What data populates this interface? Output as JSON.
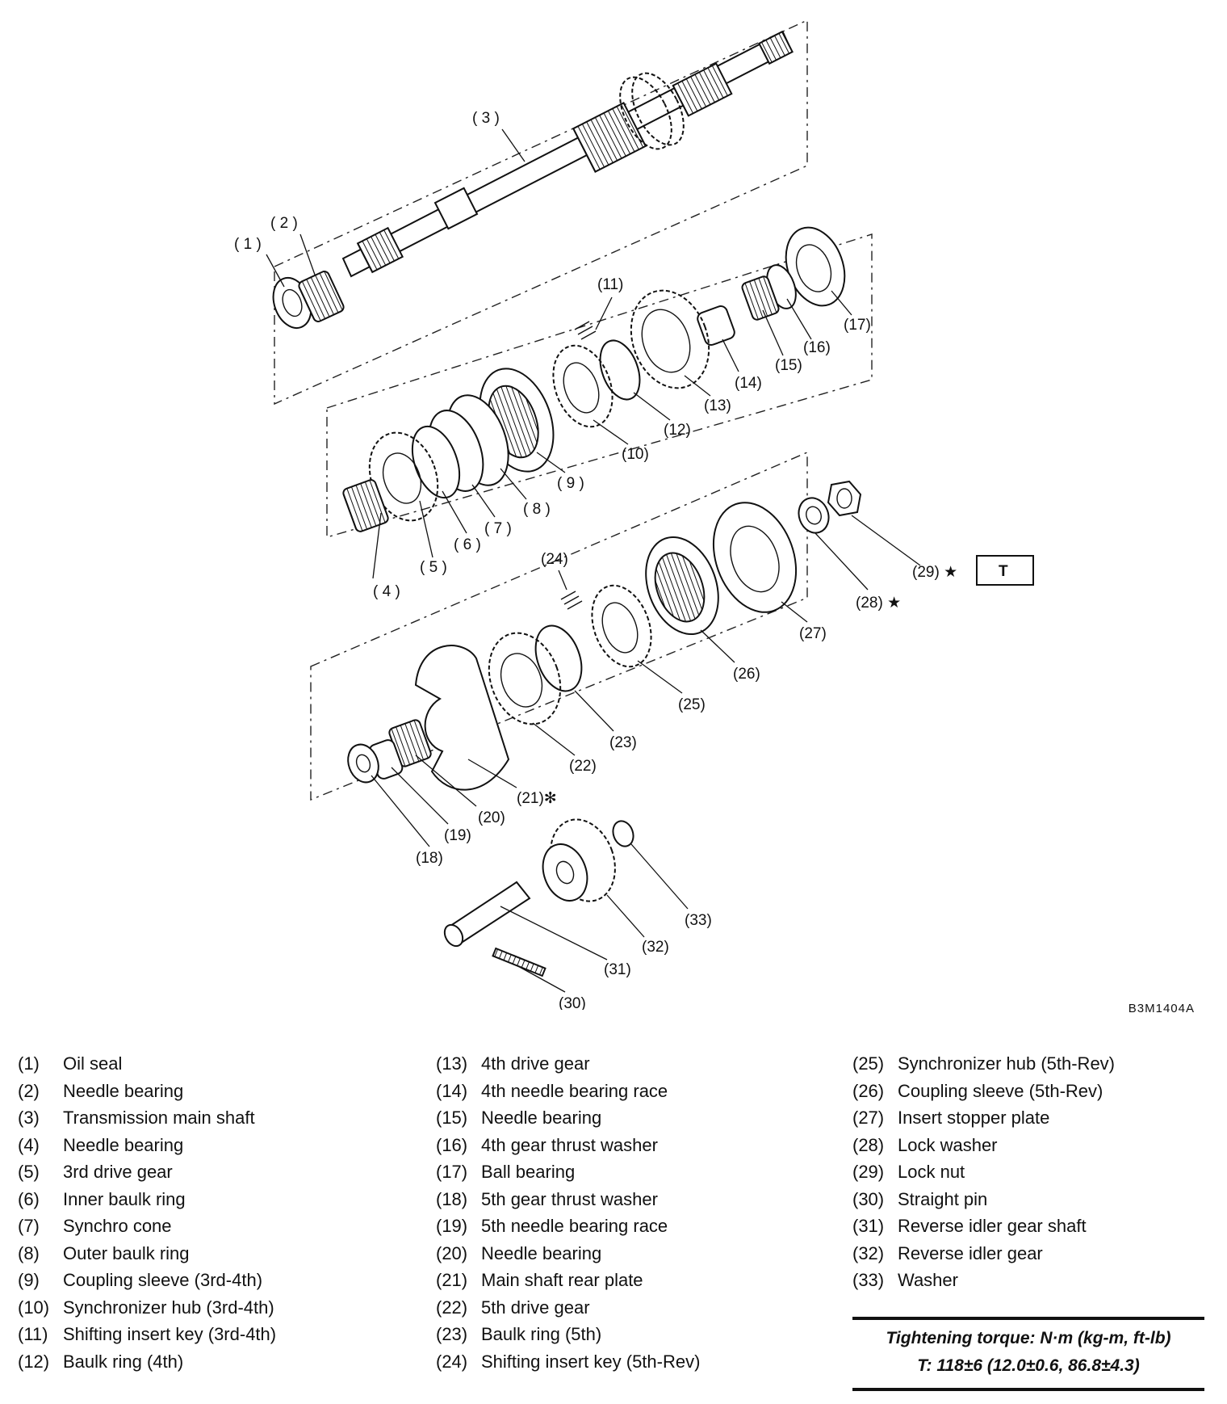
{
  "diagram": {
    "image_code": "B3M1404A",
    "torque_box_label": "T",
    "callouts": [
      {
        "id": "1",
        "label": "( 1 )"
      },
      {
        "id": "2",
        "label": "( 2 )"
      },
      {
        "id": "3",
        "label": "( 3 )"
      },
      {
        "id": "4",
        "label": "( 4 )"
      },
      {
        "id": "5",
        "label": "( 5 )"
      },
      {
        "id": "6",
        "label": "( 6 )"
      },
      {
        "id": "7",
        "label": "( 7 )"
      },
      {
        "id": "8",
        "label": "( 8 )"
      },
      {
        "id": "9",
        "label": "( 9 )"
      },
      {
        "id": "10",
        "label": "(10)"
      },
      {
        "id": "11",
        "label": "(11)"
      },
      {
        "id": "12",
        "label": "(12)"
      },
      {
        "id": "13",
        "label": "(13)"
      },
      {
        "id": "14",
        "label": "(14)"
      },
      {
        "id": "15",
        "label": "(15)"
      },
      {
        "id": "16",
        "label": "(16)"
      },
      {
        "id": "17",
        "label": "(17)"
      },
      {
        "id": "18",
        "label": "(18)"
      },
      {
        "id": "19",
        "label": "(19)"
      },
      {
        "id": "20",
        "label": "(20)"
      },
      {
        "id": "21",
        "label": "(21)✻"
      },
      {
        "id": "22",
        "label": "(22)"
      },
      {
        "id": "23",
        "label": "(23)"
      },
      {
        "id": "24",
        "label": "(24)"
      },
      {
        "id": "25",
        "label": "(25)"
      },
      {
        "id": "26",
        "label": "(26)"
      },
      {
        "id": "27",
        "label": "(27)"
      },
      {
        "id": "28",
        "label": "(28) ★"
      },
      {
        "id": "29",
        "label": "(29) ★"
      },
      {
        "id": "30",
        "label": "(30)"
      },
      {
        "id": "31",
        "label": "(31)"
      },
      {
        "id": "32",
        "label": "(32)"
      },
      {
        "id": "33",
        "label": "(33)"
      }
    ]
  },
  "legend": {
    "columns": [
      [
        {
          "num": "(1)",
          "name": "Oil seal"
        },
        {
          "num": "(2)",
          "name": "Needle bearing"
        },
        {
          "num": "(3)",
          "name": "Transmission main shaft"
        },
        {
          "num": "(4)",
          "name": "Needle bearing"
        },
        {
          "num": "(5)",
          "name": "3rd drive gear"
        },
        {
          "num": "(6)",
          "name": "Inner baulk ring"
        },
        {
          "num": "(7)",
          "name": "Synchro cone"
        },
        {
          "num": "(8)",
          "name": "Outer baulk ring"
        },
        {
          "num": "(9)",
          "name": "Coupling sleeve (3rd-4th)"
        },
        {
          "num": "(10)",
          "name": "Synchronizer hub (3rd-4th)"
        },
        {
          "num": "(11)",
          "name": "Shifting insert key (3rd-4th)"
        },
        {
          "num": "(12)",
          "name": "Baulk ring (4th)"
        }
      ],
      [
        {
          "num": "(13)",
          "name": "4th drive gear"
        },
        {
          "num": "(14)",
          "name": "4th needle bearing race"
        },
        {
          "num": "(15)",
          "name": "Needle bearing"
        },
        {
          "num": "(16)",
          "name": "4th gear thrust washer"
        },
        {
          "num": "(17)",
          "name": "Ball bearing"
        },
        {
          "num": "(18)",
          "name": "5th gear thrust washer"
        },
        {
          "num": "(19)",
          "name": "5th needle bearing race"
        },
        {
          "num": "(20)",
          "name": "Needle bearing"
        },
        {
          "num": "(21)",
          "name": "Main shaft rear plate"
        },
        {
          "num": "(22)",
          "name": "5th drive gear"
        },
        {
          "num": "(23)",
          "name": "Baulk ring (5th)"
        },
        {
          "num": "(24)",
          "name": "Shifting insert key (5th-Rev)"
        }
      ],
      [
        {
          "num": "(25)",
          "name": "Synchronizer hub (5th-Rev)"
        },
        {
          "num": "(26)",
          "name": "Coupling sleeve (5th-Rev)"
        },
        {
          "num": "(27)",
          "name": "Insert stopper plate"
        },
        {
          "num": "(28)",
          "name": "Lock washer"
        },
        {
          "num": "(29)",
          "name": "Lock nut"
        },
        {
          "num": "(30)",
          "name": "Straight pin"
        },
        {
          "num": "(31)",
          "name": "Reverse idler gear shaft"
        },
        {
          "num": "(32)",
          "name": "Reverse idler gear"
        },
        {
          "num": "(33)",
          "name": "Washer"
        }
      ]
    ]
  },
  "torque": {
    "heading": "Tightening torque: N·m (kg-m, ft-lb)",
    "value": "T: 118±6 (12.0±0.6, 86.8±4.3)"
  }
}
